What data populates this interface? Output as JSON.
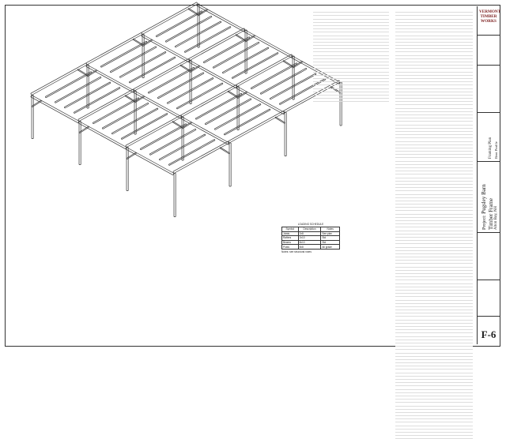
{
  "company": {
    "logo_line1": "VERMONT",
    "logo_line2": "TIMBER",
    "logo_line3": "WORKS"
  },
  "title_block": {
    "drawing_label": "Framing Plan",
    "sub_label": "Bent Profile",
    "project_prefix": "Project:",
    "project_name": "Pugsley Barn",
    "project_sub": "Timber Frame",
    "location": "Alton Bay, NH",
    "sheet_number": "F-6"
  },
  "legend": {
    "title": "LOADING SCHEDULE",
    "headers": [
      "Symbol",
      "Description",
      "Notes"
    ],
    "rows": [
      [
        "Joists",
        "2x8",
        "See plan"
      ],
      [
        "Rafters",
        "2x10",
        "Std"
      ],
      [
        "Beams",
        "8x10",
        "Std"
      ],
      [
        "Posts",
        "8x8",
        "All grade"
      ]
    ],
    "footnote": "Notes: see structural notes"
  },
  "colors": {
    "ink": "#333333",
    "brand": "#7a1b1b"
  }
}
